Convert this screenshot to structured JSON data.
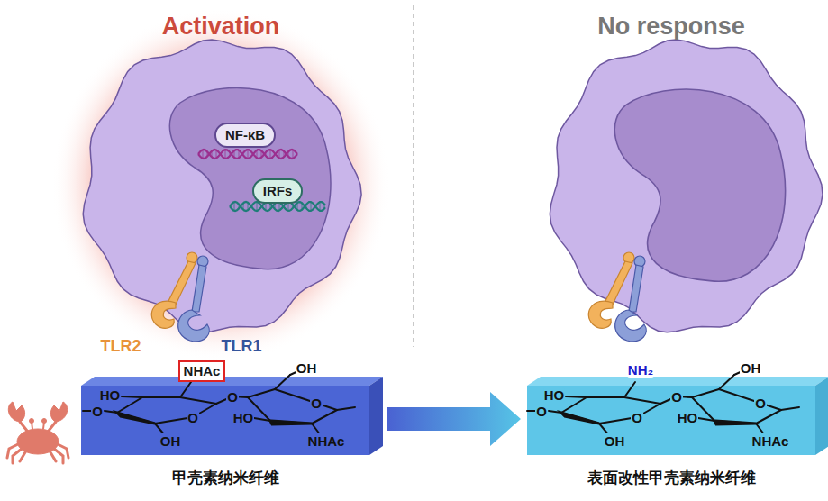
{
  "diagram": {
    "nodes": [
      {
        "text": [
          "Activation"
        ]
      },
      {
        "text": [
          "NF-κB"
        ],
        "in": 0
      },
      {
        "text": [
          "IRFs"
        ],
        "in": 0
      },
      {
        "text": [
          "No response"
        ]
      },
      {
        "text": [
          "甲壳素纳米纤维"
        ]
      },
      {
        "text": [
          "NHAc"
        ],
        "in": 4
      },
      {
        "text": [
          "表面改性甲壳素纳米纤维"
        ]
      }
    ],
    "edges": [
      {
        "from": 4,
        "to": 6,
        "arrow": "to"
      }
    ],
    "labels": [
      "TLR2",
      "TLR1",
      "O",
      "HO",
      "OH",
      "O",
      "O",
      "OH",
      "HO",
      "O",
      "NHAc",
      "O",
      "HO",
      "NH₂",
      "OH",
      "O",
      "O",
      "OH",
      "HO",
      "O",
      "NHAc"
    ]
  }
}
